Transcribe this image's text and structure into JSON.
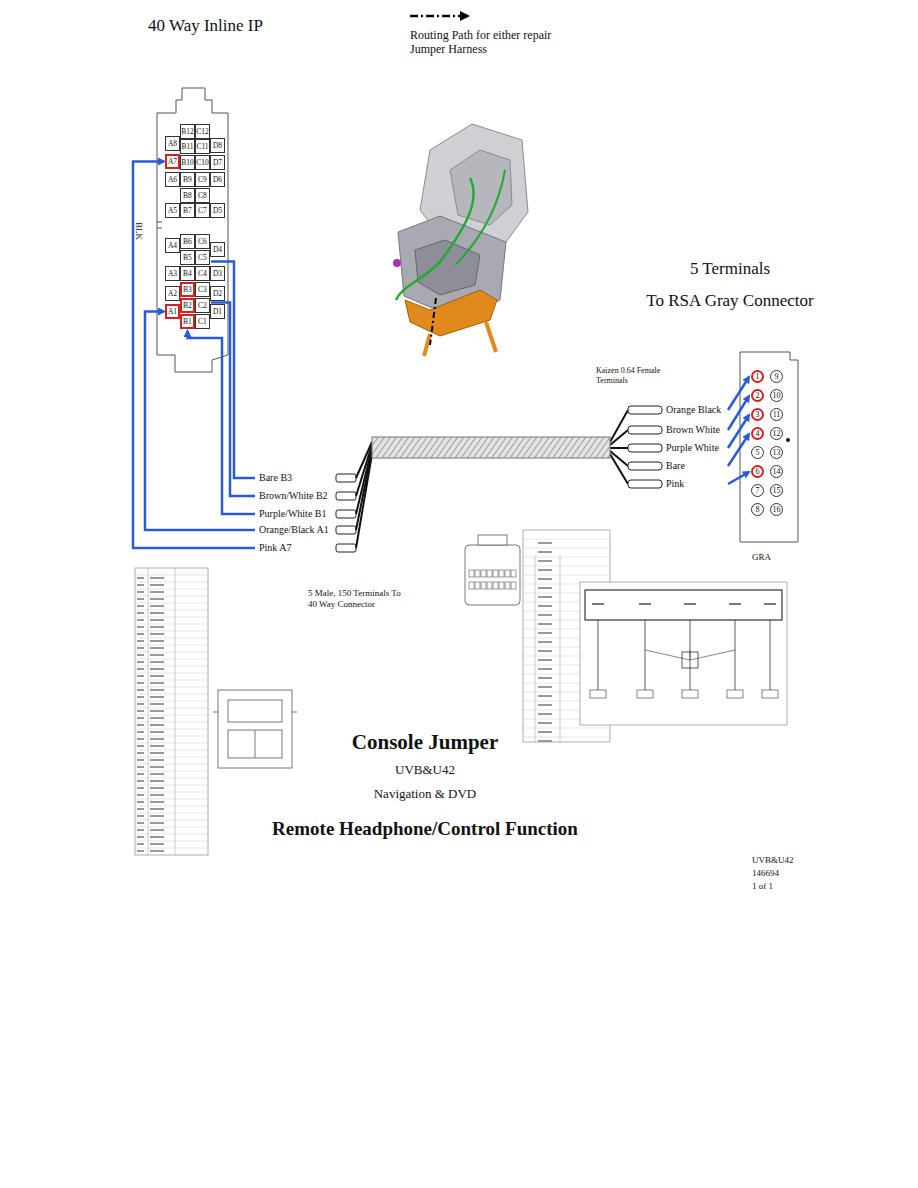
{
  "diagram": {
    "title": "Console Jumper",
    "nodes": [
      {
        "text": [
          "B12"
        ]
      },
      {
        "text": [
          "C12"
        ]
      },
      {
        "text": [
          "A8"
        ]
      },
      {
        "text": [
          "D8"
        ]
      },
      {
        "text": [
          "B11"
        ]
      },
      {
        "text": [
          "C11"
        ]
      },
      {
        "text": [
          "A7"
        ]
      },
      {
        "text": [
          "B10"
        ]
      },
      {
        "text": [
          "C10"
        ]
      },
      {
        "text": [
          "D7"
        ]
      },
      {
        "text": [
          "A6"
        ]
      },
      {
        "text": [
          "B9"
        ]
      },
      {
        "text": [
          "C9"
        ]
      },
      {
        "text": [
          "D6"
        ]
      },
      {
        "text": [
          "B8"
        ]
      },
      {
        "text": [
          "C8"
        ]
      },
      {
        "text": [
          "A5"
        ]
      },
      {
        "text": [
          "B7"
        ]
      },
      {
        "text": [
          "C7"
        ]
      },
      {
        "text": [
          "D5"
        ]
      },
      {
        "text": [
          "B6"
        ]
      },
      {
        "text": [
          "C6"
        ]
      },
      {
        "text": [
          "A4"
        ]
      },
      {
        "text": [
          "D4"
        ]
      },
      {
        "text": [
          "B5"
        ]
      },
      {
        "text": [
          "C5"
        ]
      },
      {
        "text": [
          "A3"
        ]
      },
      {
        "text": [
          "B4"
        ]
      },
      {
        "text": [
          "C4"
        ]
      },
      {
        "text": [
          "D3"
        ]
      },
      {
        "text": [
          "A2"
        ]
      },
      {
        "text": [
          "B3"
        ]
      },
      {
        "text": [
          "C3"
        ]
      },
      {
        "text": [
          "D2"
        ]
      },
      {
        "text": [
          "A1"
        ]
      },
      {
        "text": [
          "B2"
        ]
      },
      {
        "text": [
          "C2"
        ]
      },
      {
        "text": [
          "D1"
        ]
      },
      {
        "text": [
          "B1"
        ]
      },
      {
        "text": [
          "C1"
        ]
      },
      {
        "text": [
          "1"
        ]
      },
      {
        "text": [
          "9"
        ]
      },
      {
        "text": [
          "2"
        ]
      },
      {
        "text": [
          "10"
        ]
      },
      {
        "text": [
          "3"
        ]
      },
      {
        "text": [
          "11"
        ]
      },
      {
        "text": [
          "4"
        ]
      },
      {
        "text": [
          "12"
        ]
      },
      {
        "text": [
          "5"
        ]
      },
      {
        "text": [
          "13"
        ]
      },
      {
        "text": [
          "6"
        ]
      },
      {
        "text": [
          "14"
        ]
      },
      {
        "text": [
          "7"
        ]
      },
      {
        "text": [
          "15"
        ]
      },
      {
        "text": [
          "8"
        ]
      },
      {
        "text": [
          "16"
        ]
      }
    ],
    "labels": [
      "40 Way Inline IP",
      "BLK",
      "5 Terminals",
      "To RSA Gray Connector",
      "Kaizen 0.64 Female Terminals",
      "Orange Black",
      "Brown White",
      "Purple White",
      "Bare",
      "Pink",
      "Bare B3",
      "Brown/White B2",
      "Purple/White B1",
      "Orange/Black A1",
      "Pink A7",
      "GRA",
      "5 Male, 150 Terminals To 40 Way Connector",
      "UVB&U42",
      "Navigation & DVD",
      "Remote Headphone/Control Function",
      "UVB&U42",
      "146694",
      "1 of 1"
    ],
    "legend": [
      {
        "text": "Routing Path for either repair Jumper Harness"
      }
    ]
  }
}
